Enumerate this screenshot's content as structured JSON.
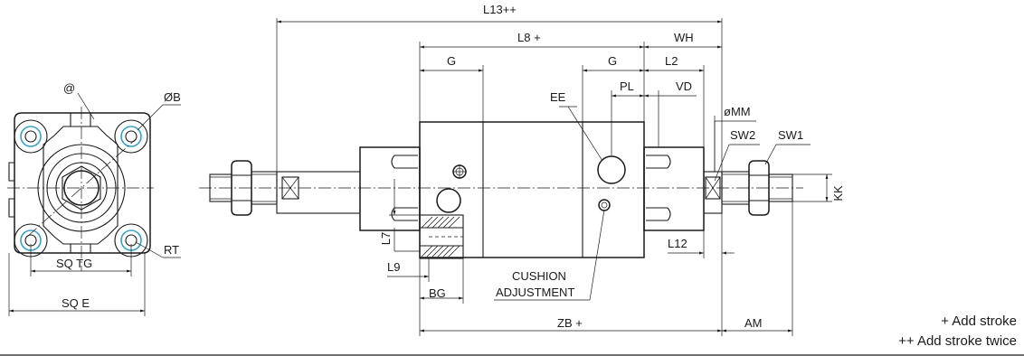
{
  "labels": {
    "l13": "L13++",
    "l8": "L8 +",
    "wh": "WH",
    "g_left": "G",
    "g_right": "G",
    "l2": "L2",
    "ee": "EE",
    "pl": "PL",
    "vd": "VD",
    "mm": "øMM",
    "sw2": "SW2",
    "sw1": "SW1",
    "kk": "KK",
    "l7": "L7",
    "l9": "L9",
    "l12": "L12",
    "bg": "BG",
    "cushion_line1": "CUSHION",
    "cushion_line2": "ADJUSTMENT",
    "zb": "ZB +",
    "am": "AM",
    "at": "@",
    "b": "ØB",
    "rt": "RT",
    "sq_tg": "SQ TG",
    "sq_e": "SQ E"
  },
  "notes": {
    "add_stroke": "+  Add stroke",
    "add_stroke_twice": "++  Add stroke twice"
  },
  "colors": {
    "line": "#1a1a1a",
    "oring": "#3aa0c8",
    "background": "#ffffff"
  }
}
